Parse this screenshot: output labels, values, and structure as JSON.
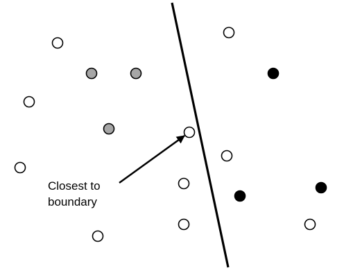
{
  "annotation": {
    "line1": "Closest to",
    "line2": "boundary"
  },
  "colors": {
    "open_point_fill": "#ffffff",
    "gray_point_fill": "#a6a6a6",
    "black_point_fill": "#000000",
    "stroke": "#000000",
    "background": "#ffffff"
  },
  "legend_semantics": {
    "open": "unlabeled-point",
    "gray": "class-a-labeled-point",
    "black": "class-b-labeled-point"
  }
}
